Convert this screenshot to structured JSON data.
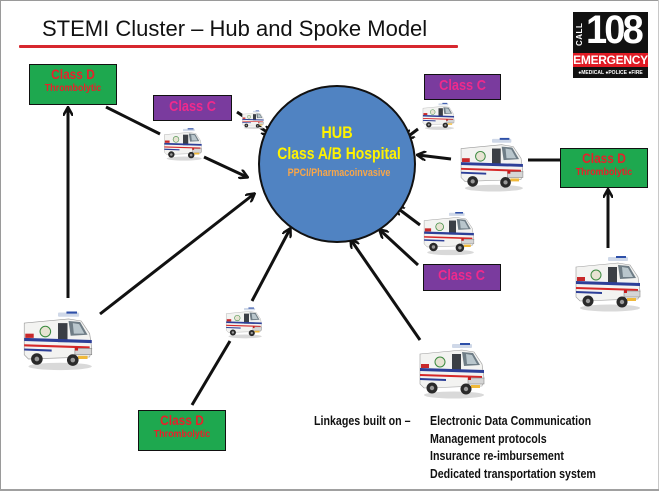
{
  "slide": {
    "title": "STEMI Cluster – Hub and Spoke Model",
    "accent_color": "#d7282f"
  },
  "logo": {
    "call": "CALL",
    "number": "108",
    "emergency": "EMERGENCY",
    "services": "●MEDICAL ●POLICE ●FIRE"
  },
  "hub": {
    "line1": "HUB",
    "line2": "Class A/B Hospital",
    "line3": "PPCI/Pharmacoinvasive",
    "fill_color": "#5083c2"
  },
  "nodes": {
    "class_d_top_left": {
      "title": "Class D",
      "subtitle": "Thrombolytic"
    },
    "class_c_top_left": {
      "title": "Class C"
    },
    "class_c_top_right": {
      "title": "Class C"
    },
    "class_d_right": {
      "title": "Class D",
      "subtitle": "Thrombolytic"
    },
    "class_c_mid_right": {
      "title": "Class C"
    },
    "class_d_bottom": {
      "title": "Class D",
      "subtitle": "Thrombolytic"
    }
  },
  "colors": {
    "class_d_fill": "#1ea84f",
    "class_d_text": "#e8202a",
    "class_c_fill": "#7a3b9e",
    "class_c_text": "#ee2a8c"
  },
  "icons": {
    "ambulance": "ambulance-icon"
  },
  "linkages": {
    "label": "Linkages built on –",
    "items": [
      "Electronic Data Communication",
      "Management protocols",
      "Insurance re-imbursement",
      "Dedicated transportation system"
    ]
  }
}
